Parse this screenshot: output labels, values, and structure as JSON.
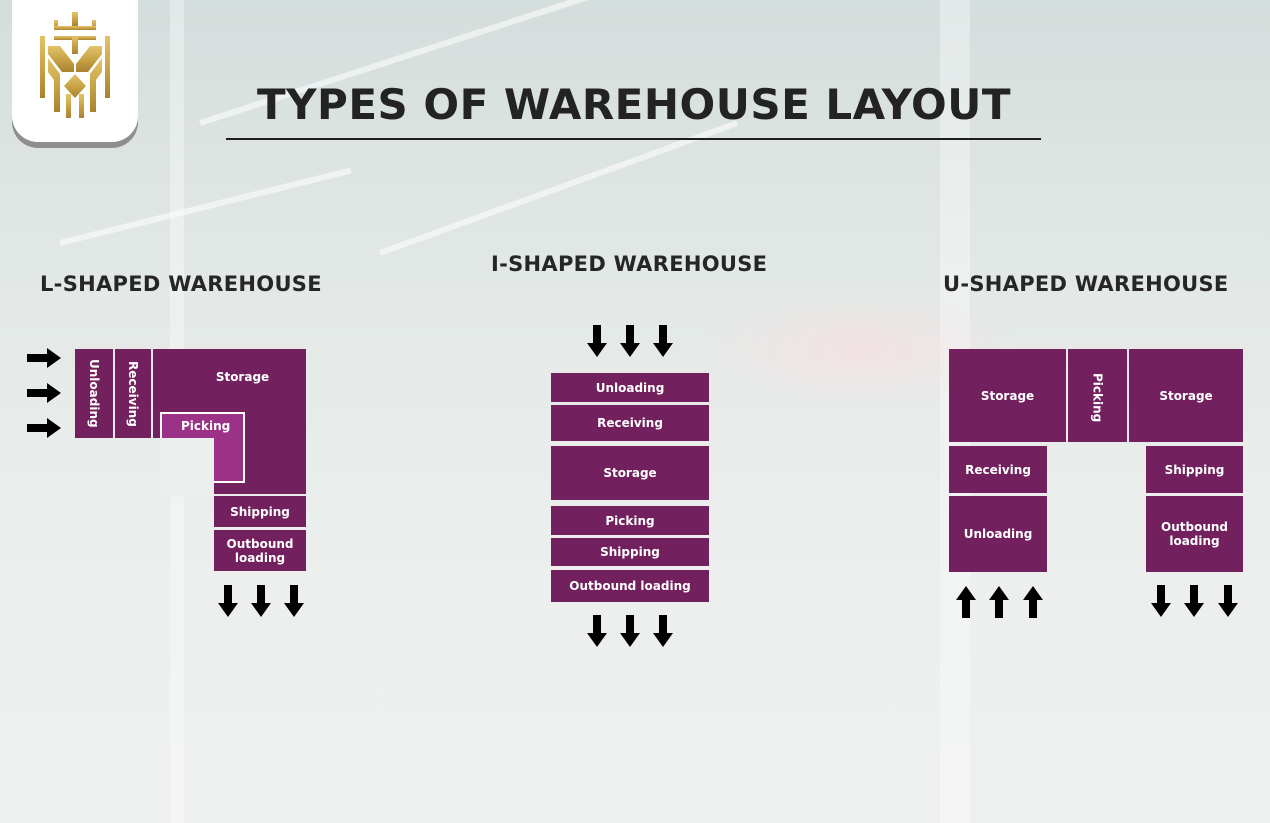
{
  "title": "TYPES OF WAREHOUSE LAYOUT",
  "colors": {
    "block": "#72205e",
    "picking_highlight": "#9b3288",
    "text_dark": "#232323",
    "logo_gold": "#c9a447"
  },
  "logo": {
    "icon": "crown-lion-shield-logo"
  },
  "l_shaped": {
    "heading": "L-SHAPED WAREHOUSE",
    "blocks": {
      "unloading": "Unloading",
      "receiving": "Receiving",
      "storage": "Storage",
      "picking": "Picking",
      "shipping": "Shipping",
      "outbound": "Outbound loading"
    },
    "inbound_arrows": {
      "count": 3,
      "direction": "right"
    },
    "outbound_arrows": {
      "count": 3,
      "direction": "down"
    }
  },
  "i_shaped": {
    "heading": "I-SHAPED WAREHOUSE",
    "blocks": [
      "Unloading",
      "Receiving",
      "Storage",
      "Picking",
      "Shipping",
      "Outbound loading"
    ],
    "inbound_arrows": {
      "count": 3,
      "direction": "down"
    },
    "outbound_arrows": {
      "count": 3,
      "direction": "down"
    }
  },
  "u_shaped": {
    "heading": "U-SHAPED WAREHOUSE",
    "blocks": {
      "storage_left": "Storage",
      "picking": "Picking",
      "storage_right": "Storage",
      "receiving": "Receiving",
      "unloading": "Unloading",
      "shipping": "Shipping",
      "outbound": "Outbound loading"
    },
    "inbound_arrows": {
      "count": 3,
      "direction": "up"
    },
    "outbound_arrows": {
      "count": 3,
      "direction": "down"
    }
  }
}
